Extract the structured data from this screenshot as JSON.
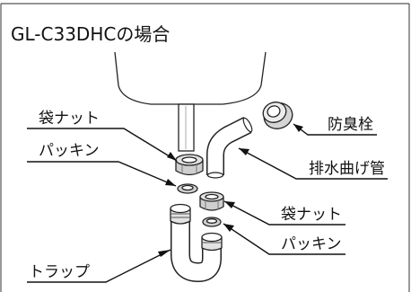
{
  "title": "GL-C33DHCの場合",
  "labels": {
    "cap_nut_upper": "袋ナット",
    "packing_upper": "パッキン",
    "odor_plug": "防臭栓",
    "drain_bend_pipe": "排水曲げ管",
    "cap_nut_lower": "袋ナット",
    "packing_lower": "パッキン",
    "trap": "トラップ"
  }
}
